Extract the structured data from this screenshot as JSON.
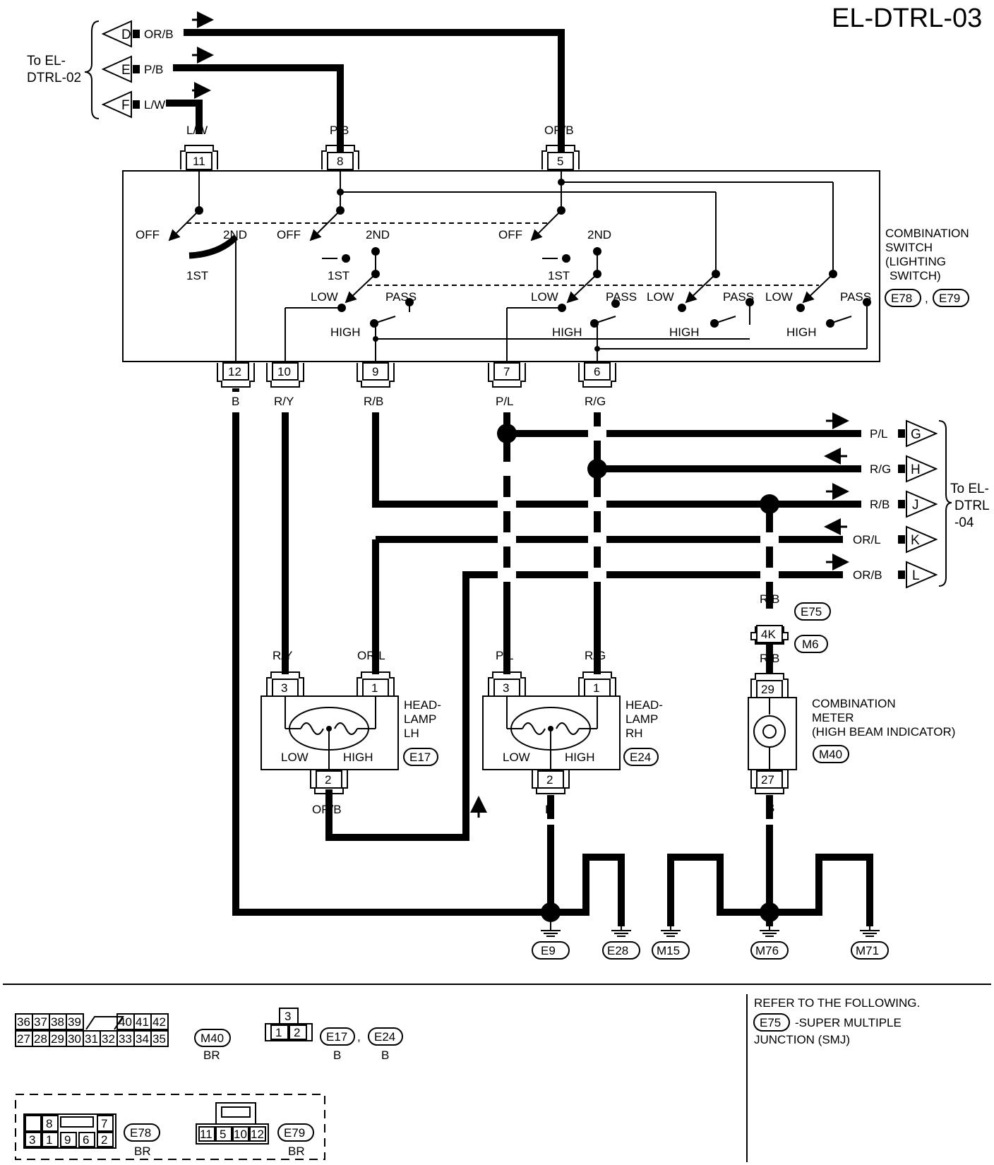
{
  "title": "EL-DTRL-03",
  "to_left": [
    "To EL-",
    "DTRL-02"
  ],
  "to_right": [
    "To EL-",
    "DTRL",
    "-04"
  ],
  "left_connectors": [
    {
      "letter": "D",
      "wire": "OR/B"
    },
    {
      "letter": "E",
      "wire": "P/B"
    },
    {
      "letter": "F",
      "wire": "L/W"
    }
  ],
  "right_connectors": [
    {
      "letter": "G",
      "wire": "P/L"
    },
    {
      "letter": "H",
      "wire": "R/G"
    },
    {
      "letter": "J",
      "wire": "R/B"
    },
    {
      "letter": "K",
      "wire": "OR/L"
    },
    {
      "letter": "L",
      "wire": "OR/B"
    }
  ],
  "switch": {
    "labels": [
      "COMBINATION",
      "SWITCH",
      "(LIGHTING",
      "SWITCH)"
    ],
    "conn1": "E78",
    "conn2": "E79",
    "comma": ",",
    "top_terminals": [
      {
        "pin": "11",
        "wire": "L/W"
      },
      {
        "pin": "8",
        "wire": "P/B"
      },
      {
        "pin": "5",
        "wire": "OR/B"
      }
    ],
    "bottom_terminals": [
      {
        "pin": "12",
        "wire": "B"
      },
      {
        "pin": "10",
        "wire": "R/Y"
      },
      {
        "pin": "9",
        "wire": "R/B"
      },
      {
        "pin": "7",
        "wire": "P/L"
      },
      {
        "pin": "6",
        "wire": "R/G"
      }
    ],
    "pos_off": "OFF",
    "pos_1st": "1ST",
    "pos_2nd": "2ND",
    "pos_low": "LOW",
    "pos_pass": "PASS",
    "pos_high": "HIGH"
  },
  "headlamp_lh": {
    "label": [
      "HEAD-",
      "LAMP",
      "LH"
    ],
    "conn": "E17",
    "pin3": "3",
    "pin1": "1",
    "pin2": "2",
    "wire3": "R/Y",
    "wire1": "OR/L",
    "wire2": "OR/B",
    "low": "LOW",
    "high": "HIGH"
  },
  "headlamp_rh": {
    "label": [
      "HEAD-",
      "LAMP",
      "RH"
    ],
    "conn": "E24",
    "pin3": "3",
    "pin1": "1",
    "pin2": "2",
    "wire3": "P/L",
    "wire1": "R/G",
    "wire2": "B",
    "low": "LOW",
    "high": "HIGH"
  },
  "smj": {
    "wire_top": "R/B",
    "pin": "4K",
    "conn_top": "E75",
    "conn_bot": "M6",
    "wire_bot": "R/B"
  },
  "meter": {
    "label": [
      "COMBINATION",
      "METER",
      "(HIGH BEAM INDICATOR)"
    ],
    "conn": "M40",
    "pin_top": "29",
    "pin_bot": "27",
    "wire_bot": "B"
  },
  "ground_wire": "B",
  "grounds": [
    "E9",
    "E28",
    "M15",
    "M76",
    "M71"
  ],
  "legend": {
    "m40_top": [
      "36",
      "37",
      "38",
      "39",
      "40",
      "41",
      "42"
    ],
    "m40_bot": [
      "27",
      "28",
      "29",
      "30",
      "31",
      "32",
      "33",
      "34",
      "35"
    ],
    "m40_name": "M40",
    "m40_color": "BR",
    "e17_pins_top": "3",
    "e17_pins_bot": [
      "1",
      "2"
    ],
    "e17_name": "E17",
    "e24_name": "E24",
    "e17_color": "B",
    "e24_color": "B",
    "comma": ",",
    "e78_top": [
      "8",
      "7"
    ],
    "e78_bot": [
      "3",
      "1",
      "9",
      "6",
      "2"
    ],
    "e78_name": "E78",
    "e78_color": "BR",
    "e79_bot": [
      "11",
      "5",
      "10",
      "12"
    ],
    "e79_name": "E79",
    "e79_color": "BR"
  },
  "refer": {
    "heading": "REFER TO THE FOLLOWING.",
    "conn": "E75",
    "line1": "-SUPER MULTIPLE",
    "line2": "JUNCTION (SMJ)"
  }
}
